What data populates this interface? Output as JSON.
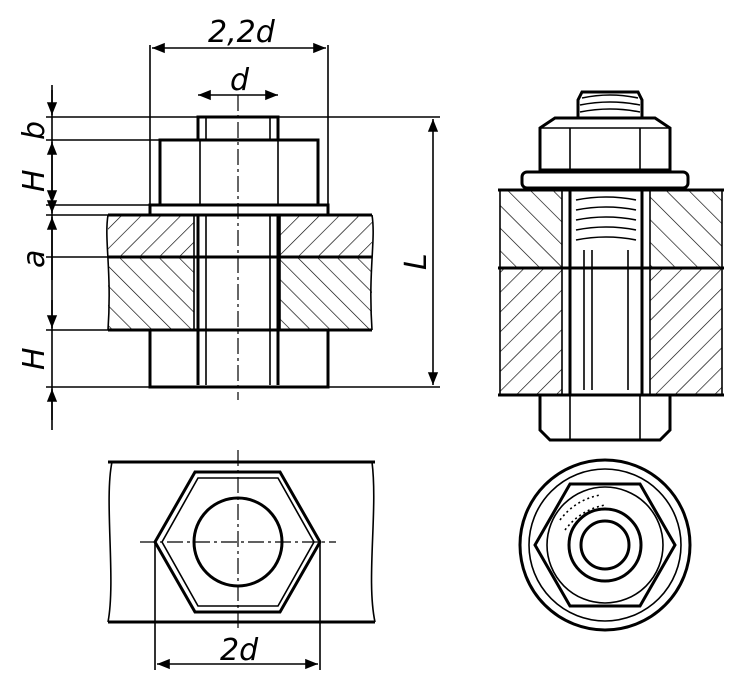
{
  "labels": {
    "top_width": "2,2d",
    "shaft_d": "d",
    "b": "b",
    "H_top": "H",
    "a": "a",
    "H_bottom": "H",
    "L": "L",
    "bottom_width": "2d"
  },
  "colors": {
    "ink": "#000000",
    "paper": "#ffffff"
  }
}
